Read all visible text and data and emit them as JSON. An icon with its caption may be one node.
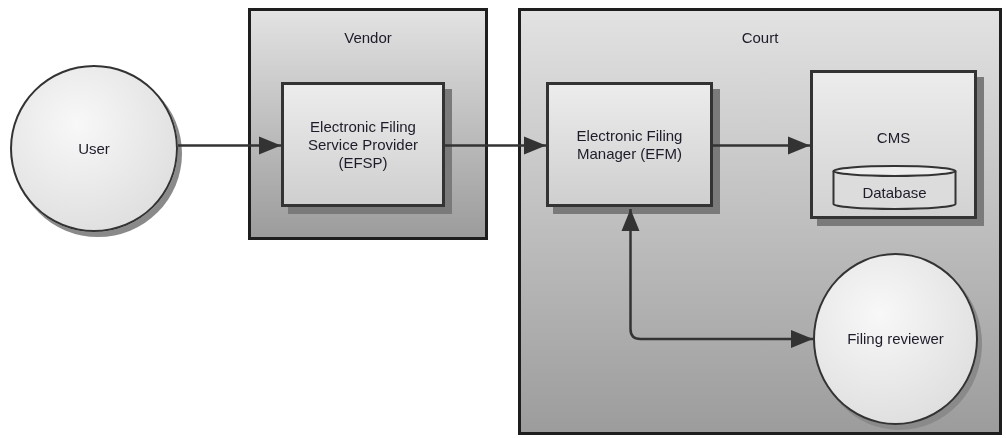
{
  "diagram": {
    "nodes": [
      {
        "text": [
          "User"
        ]
      },
      {
        "text": [
          "Vendor"
        ]
      },
      {
        "text": [
          "Electronic Filing Service Provider (EFSP)"
        ],
        "in": 1
      },
      {
        "text": [
          "Court"
        ]
      },
      {
        "text": [
          "Electronic Filing Manager (EFM)"
        ],
        "in": 3
      },
      {
        "text": [
          "CMS"
        ],
        "in": 3
      },
      {
        "text": [
          "Database"
        ],
        "in": 5
      },
      {
        "text": [
          "Filing reviewer"
        ],
        "in": 3
      }
    ],
    "edges": [
      {
        "from": 0,
        "to": 2,
        "arrow": "to"
      },
      {
        "from": 2,
        "to": 4,
        "arrow": "to"
      },
      {
        "from": 4,
        "to": 5,
        "arrow": "to"
      },
      {
        "from": 4,
        "to": 7,
        "arrow": "both"
      }
    ]
  }
}
